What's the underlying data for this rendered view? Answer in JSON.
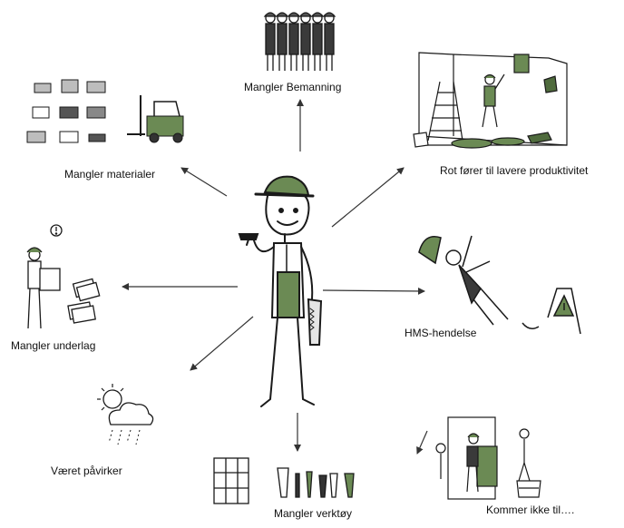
{
  "labels": {
    "bemanning": "Mangler Bemanning",
    "materialer": "Mangler materialer",
    "rot": "Rot fører til lavere produktivitet",
    "underlag": "Mangler underlag",
    "hms": "HMS-hendelse",
    "vaeret": "Været påvirker",
    "verktoy": "Mangler verktøy",
    "kommer": "Kommer ikke til…."
  },
  "colors": {
    "accent_green": "#6b8a54",
    "dark_green": "#4f6b3d",
    "line": "#1a1a1a",
    "arrow": "#333333"
  },
  "icons": {
    "center": "worker-with-hammer-and-saw-icon",
    "bemanning": "group-of-workers-icon",
    "materialer": "building-materials-and-forklift-icon",
    "rot": "messy-room-painter-icon",
    "underlag": "worker-with-documents-icon",
    "hms": "falling-worker-with-warning-sign-icon",
    "vaeret": "sun-cloud-rain-icon",
    "verktoy": "scaffold-and-tools-icon",
    "kommer": "blocked-access-workers-icon"
  }
}
